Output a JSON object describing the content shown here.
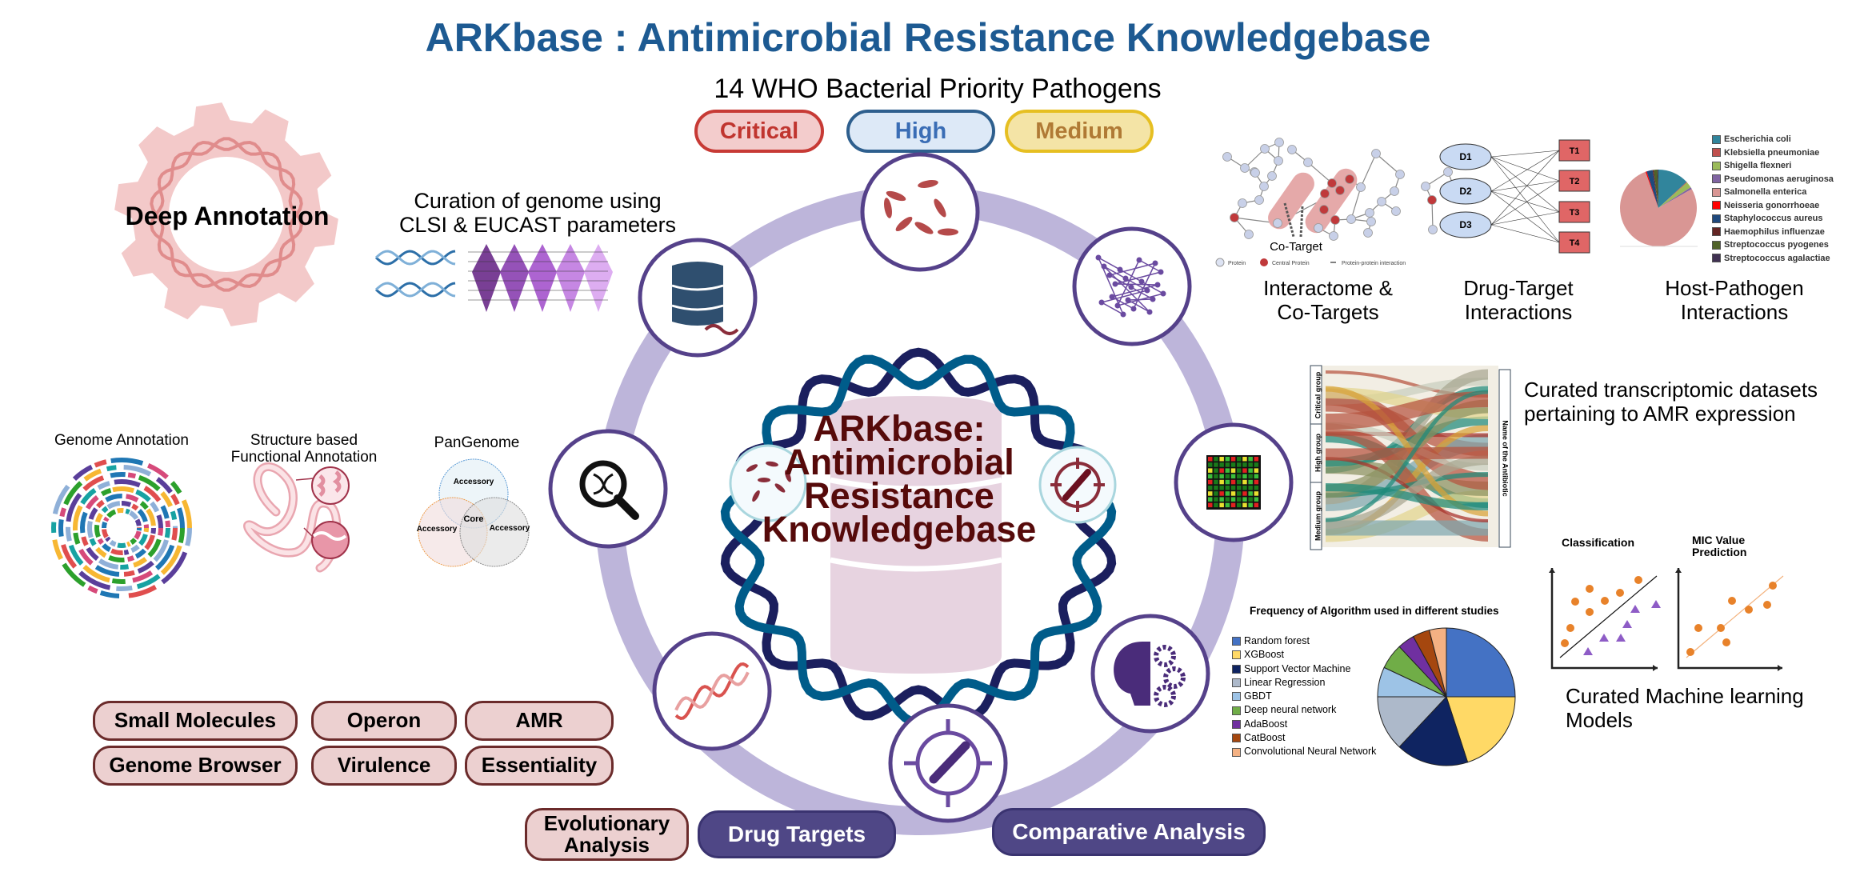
{
  "title": "ARKbase : Antimicrobial Resistance Knowledgebase",
  "subtitle": "14 WHO Bacterial Priority Pathogens",
  "priorities": [
    {
      "label": "Critical",
      "fill": "#f3cccc",
      "border": "#c73a35",
      "text": "#c0352f"
    },
    {
      "label": "High",
      "fill": "#dde9f7",
      "border": "#2e5f8e",
      "text": "#3a6db5"
    },
    {
      "label": "Medium",
      "fill": "#f4e4a6",
      "border": "#e6bf22",
      "text": "#b07a35"
    }
  ],
  "deep_annotation": {
    "label": "Deep Annotation",
    "curation": [
      "Curation of genome using",
      "CLSI & EUCAST parameters"
    ],
    "genome_annotation": "Genome Annotation",
    "structure_annotation": [
      "Structure based",
      "Functional Annotation"
    ],
    "pangenome": {
      "label": "PanGenome",
      "accessory": "Accessory",
      "core": "Core"
    }
  },
  "center": {
    "lines": [
      "ARKbase:",
      "Antimicrobial",
      "Resistance",
      "Knowledgebase"
    ]
  },
  "ring_icons": [
    "bacteria-icon",
    "network-icon",
    "heatmap-icon",
    "brain-gears-icon",
    "protein-target-icon",
    "dna-icon",
    "dna-search-icon",
    "database-dna-icon"
  ],
  "features": [
    "Small Molecules",
    "Operon",
    "AMR",
    "Genome Browser",
    "Virulence",
    "Essentiality"
  ],
  "modules": {
    "evolutionary": "Evolutionary Analysis",
    "drug_targets": "Drug Targets",
    "comparative": "Comparative Analysis"
  },
  "interactome": {
    "label": [
      "Interactome &",
      "Co-Targets"
    ],
    "co_target": "Co-Target",
    "legend": [
      "Protein",
      "Central Protein",
      "Protein-protein interaction"
    ]
  },
  "drug_target": {
    "label": [
      "Drug-Target",
      "Interactions"
    ],
    "drugs": [
      "D1",
      "D2",
      "D3"
    ],
    "targets": [
      "T1",
      "T2",
      "T3",
      "T4"
    ]
  },
  "transcriptomic": {
    "label": [
      "Curated transcriptomic datasets",
      "pertaining to AMR expression"
    ],
    "groups": [
      "Critical group",
      "High group",
      "Medium group"
    ],
    "right_axis": "Name of the Antibiotic"
  },
  "ml": {
    "label": [
      "Curated Machine learning",
      "Models"
    ],
    "classification": "Classification",
    "mic": [
      "MIC Value",
      "Prediction"
    ]
  },
  "chart_data": [
    {
      "type": "pie",
      "title": "Host-Pathogen Interactions",
      "categories": [
        "Escherichia coli",
        "Klebsiella pneumoniae",
        "Shigella flexneri",
        "Pseudomonas aeruginosa",
        "Salmonella enterica",
        "Neisseria gonorrhoeae",
        "Staphylococcus aureus",
        "Haemophilus influenzae",
        "Streptococcus pyogenes",
        "Streptococcus agalactiae"
      ],
      "values": [
        13,
        0.3,
        2.5,
        0.8,
        77,
        0.5,
        2.5,
        0.5,
        1.5,
        0.4
      ],
      "colors": [
        "#31859c",
        "#c0504d",
        "#9bbb59",
        "#8064a2",
        "#d99694",
        "#ff0000",
        "#1f497d",
        "#632523",
        "#4f6228",
        "#403152"
      ],
      "legend": "right",
      "label": [
        "Host-Pathogen",
        "Interactions"
      ]
    },
    {
      "type": "pie",
      "title": "Frequency of Algorithm used in different studies",
      "categories": [
        "Random forest",
        "XGBoost",
        "Support Vector Machine",
        "Linear Regression",
        "GBDT",
        "Deep neural network",
        "AdaBoost",
        "CatBoost",
        "Convolutional Neural Network"
      ],
      "values": [
        25,
        20,
        17,
        13,
        7,
        6,
        4,
        4,
        4
      ],
      "colors": [
        "#4472c4",
        "#ffd966",
        "#0f2461",
        "#adb9ca",
        "#9dc3e6",
        "#70ad47",
        "#7030a0",
        "#a5470f",
        "#f4b183"
      ],
      "legend": "left"
    }
  ]
}
